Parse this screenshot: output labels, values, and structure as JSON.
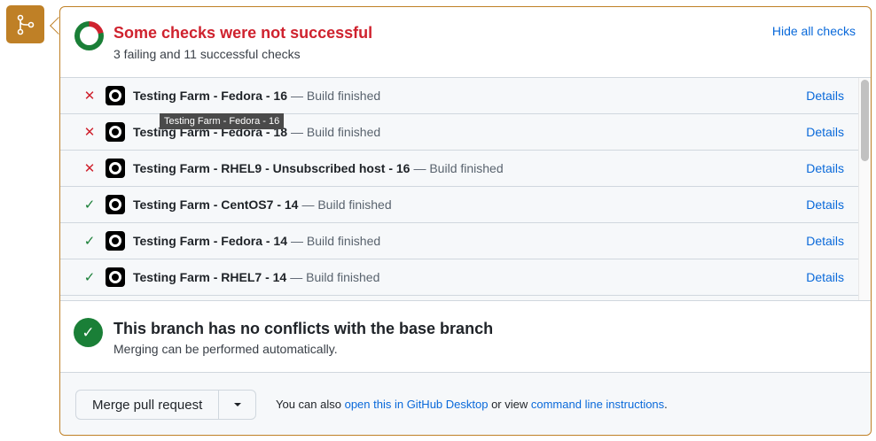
{
  "header": {
    "title": "Some checks were not successful",
    "subtitle": "3 failing and 11 successful checks",
    "hide_label": "Hide all checks"
  },
  "checks": [
    {
      "status": "fail",
      "name": "Testing Farm - Fedora - 16",
      "desc": "— Build finished",
      "details": "Details"
    },
    {
      "status": "fail",
      "name": "Testing Farm - Fedora - 18",
      "desc": "— Build finished",
      "details": "Details"
    },
    {
      "status": "fail",
      "name": "Testing Farm - RHEL9 - Unsubscribed host - 16",
      "desc": "— Build finished",
      "details": "Details"
    },
    {
      "status": "success",
      "name": "Testing Farm - CentOS7 - 14",
      "desc": "— Build finished",
      "details": "Details"
    },
    {
      "status": "success",
      "name": "Testing Farm - Fedora - 14",
      "desc": "— Build finished",
      "details": "Details"
    },
    {
      "status": "success",
      "name": "Testing Farm - RHEL7 - 14",
      "desc": "— Build finished",
      "details": "Details"
    }
  ],
  "tooltip": "Testing Farm - Fedora - 16",
  "merge": {
    "title": "This branch has no conflicts with the base branch",
    "subtitle": "Merging can be performed automatically."
  },
  "footer": {
    "button": "Merge pull request",
    "text1": "You can also ",
    "link1": "open this in GitHub Desktop",
    "text2": " or view ",
    "link2": "command line instructions",
    "text3": "."
  }
}
